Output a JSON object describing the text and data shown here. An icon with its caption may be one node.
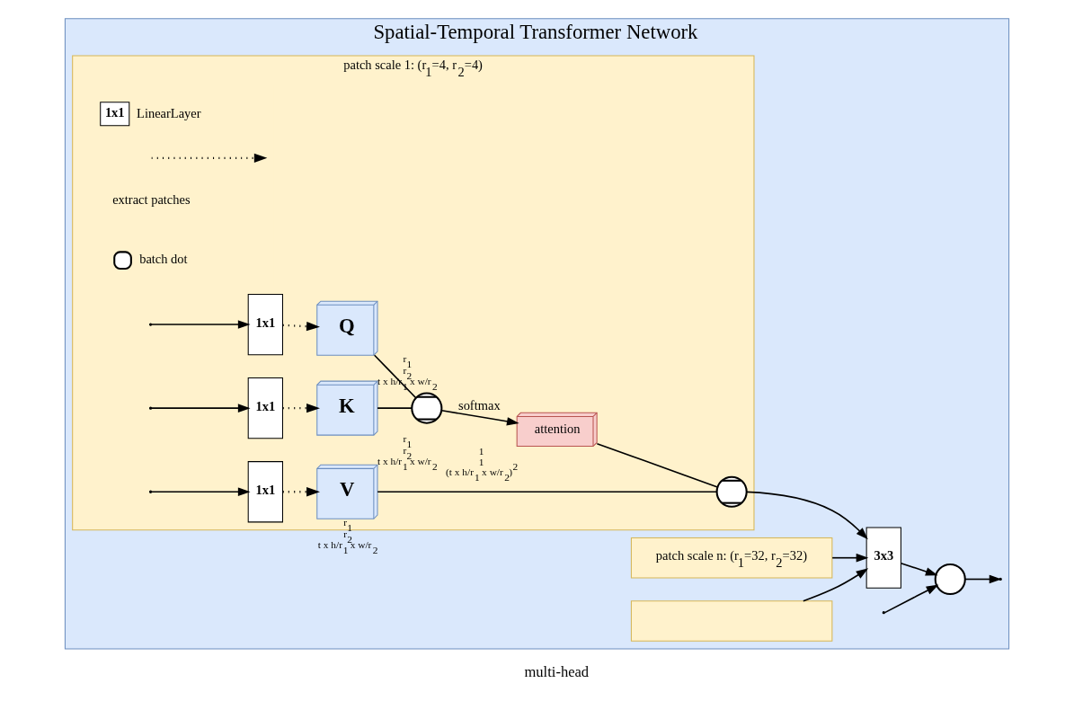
{
  "diagram": {
    "nodes": [
      {
        "text": [
          "Spatial-Temporal Transformer Network"
        ]
      },
      {
        "text": [
          "patch scale n: (r$_{1}$=32, r$_{2}$=32)"
        ],
        "in": 0
      },
      {
        "text": [],
        "shape": "box",
        "in": 0
      },
      {
        "text": [
          "patch scale 1: (r$_{1}$=4, r$_{2}$=4)"
        ],
        "in": 0
      },
      {
        "text": [
          "1x1"
        ],
        "in": 3
      },
      {
        "text": [
          "1x1"
        ],
        "in": 3
      },
      {
        "text": [
          "1x1"
        ],
        "in": 3
      },
      {
        "text": [
          "Q"
        ],
        "beside": [
          "r$_{1}$",
          "r$_{2}$",
          "t x h/r$_{1}$ x w/r$_{2}$"
        ],
        "in": 3
      },
      {
        "text": [
          "K"
        ],
        "beside": [
          "r$_{1}$",
          "r$_{2}$",
          "t x h/r$_{1}$ x w/r$_{2}$"
        ],
        "in": 3
      },
      {
        "text": [
          "V"
        ],
        "beside": [
          "r$_{1}$",
          "r$_{2}$",
          "t x h/r$_{1}$ x w/r$_{2}$"
        ],
        "in": 3
      },
      {
        "text": [],
        "shape": "circle",
        "in": 3
      },
      {
        "text": [
          "attention"
        ],
        "beside": [
          "1",
          "1",
          "(t x h/r$_{1}$ x w/r$_{2}$)$^{2}$"
        ],
        "in": 3
      },
      {
        "text": [],
        "shape": "circle",
        "in": 3
      },
      {
        "text": [
          "3x3"
        ],
        "in": 0
      },
      {
        "text": [],
        "shape": "circle",
        "in": 0
      }
    ],
    "edges": [
      {
        "from": null,
        "to": 4,
        "arrow": "to"
      },
      {
        "from": null,
        "to": 5,
        "arrow": "to"
      },
      {
        "from": null,
        "to": 6,
        "arrow": "to"
      },
      {
        "from": null,
        "to": 14,
        "arrow": "to"
      },
      {
        "from": 4,
        "to": 7,
        "arrow": "to",
        "style": "dashed"
      },
      {
        "from": 5,
        "to": 8,
        "arrow": "to",
        "style": "dashed"
      },
      {
        "from": 6,
        "to": 9,
        "arrow": "to",
        "style": "dashed"
      },
      {
        "from": 7,
        "to": 10,
        "arrow": "none"
      },
      {
        "from": 8,
        "to": 10,
        "arrow": "none"
      },
      {
        "from": 10,
        "to": 11,
        "arrow": "to",
        "label": "softmax"
      },
      {
        "from": 11,
        "to": 12,
        "arrow": "none"
      },
      {
        "from": 9,
        "to": 12,
        "arrow": "none"
      },
      {
        "from": 1,
        "to": 13,
        "arrow": "to"
      },
      {
        "from": 2,
        "to": 13,
        "arrow": "to"
      },
      {
        "from": 12,
        "to": 13,
        "arrow": "to"
      },
      {
        "from": 13,
        "to": 14,
        "arrow": "to"
      },
      {
        "from": 14,
        "to": null,
        "arrow": "to"
      }
    ],
    "labels": [
      "multi-head",
      "1x1"
    ],
    "legend": [
      {
        "text": "LinearLayer"
      },
      {
        "text": "extract patches"
      },
      {
        "text": "batch dot"
      }
    ]
  }
}
